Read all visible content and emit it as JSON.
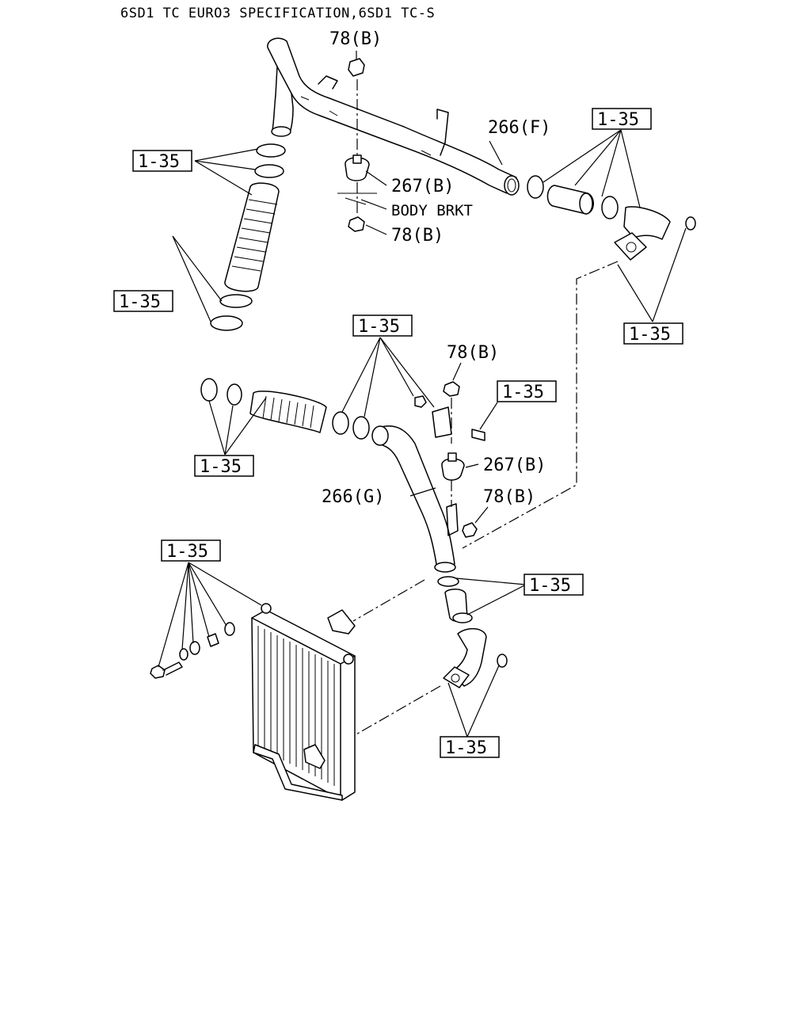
{
  "title": "6SD1 TC EURO3 SPECIFICATION,6SD1 TC-S",
  "labels": {
    "nut_78b": "78(B)",
    "mount_267b": "267(B)",
    "body_brkt": "BODY BRKT",
    "pipe_266f": "266(F)",
    "pipe_266g": "266(G)",
    "ref_1_35": "1-35"
  }
}
